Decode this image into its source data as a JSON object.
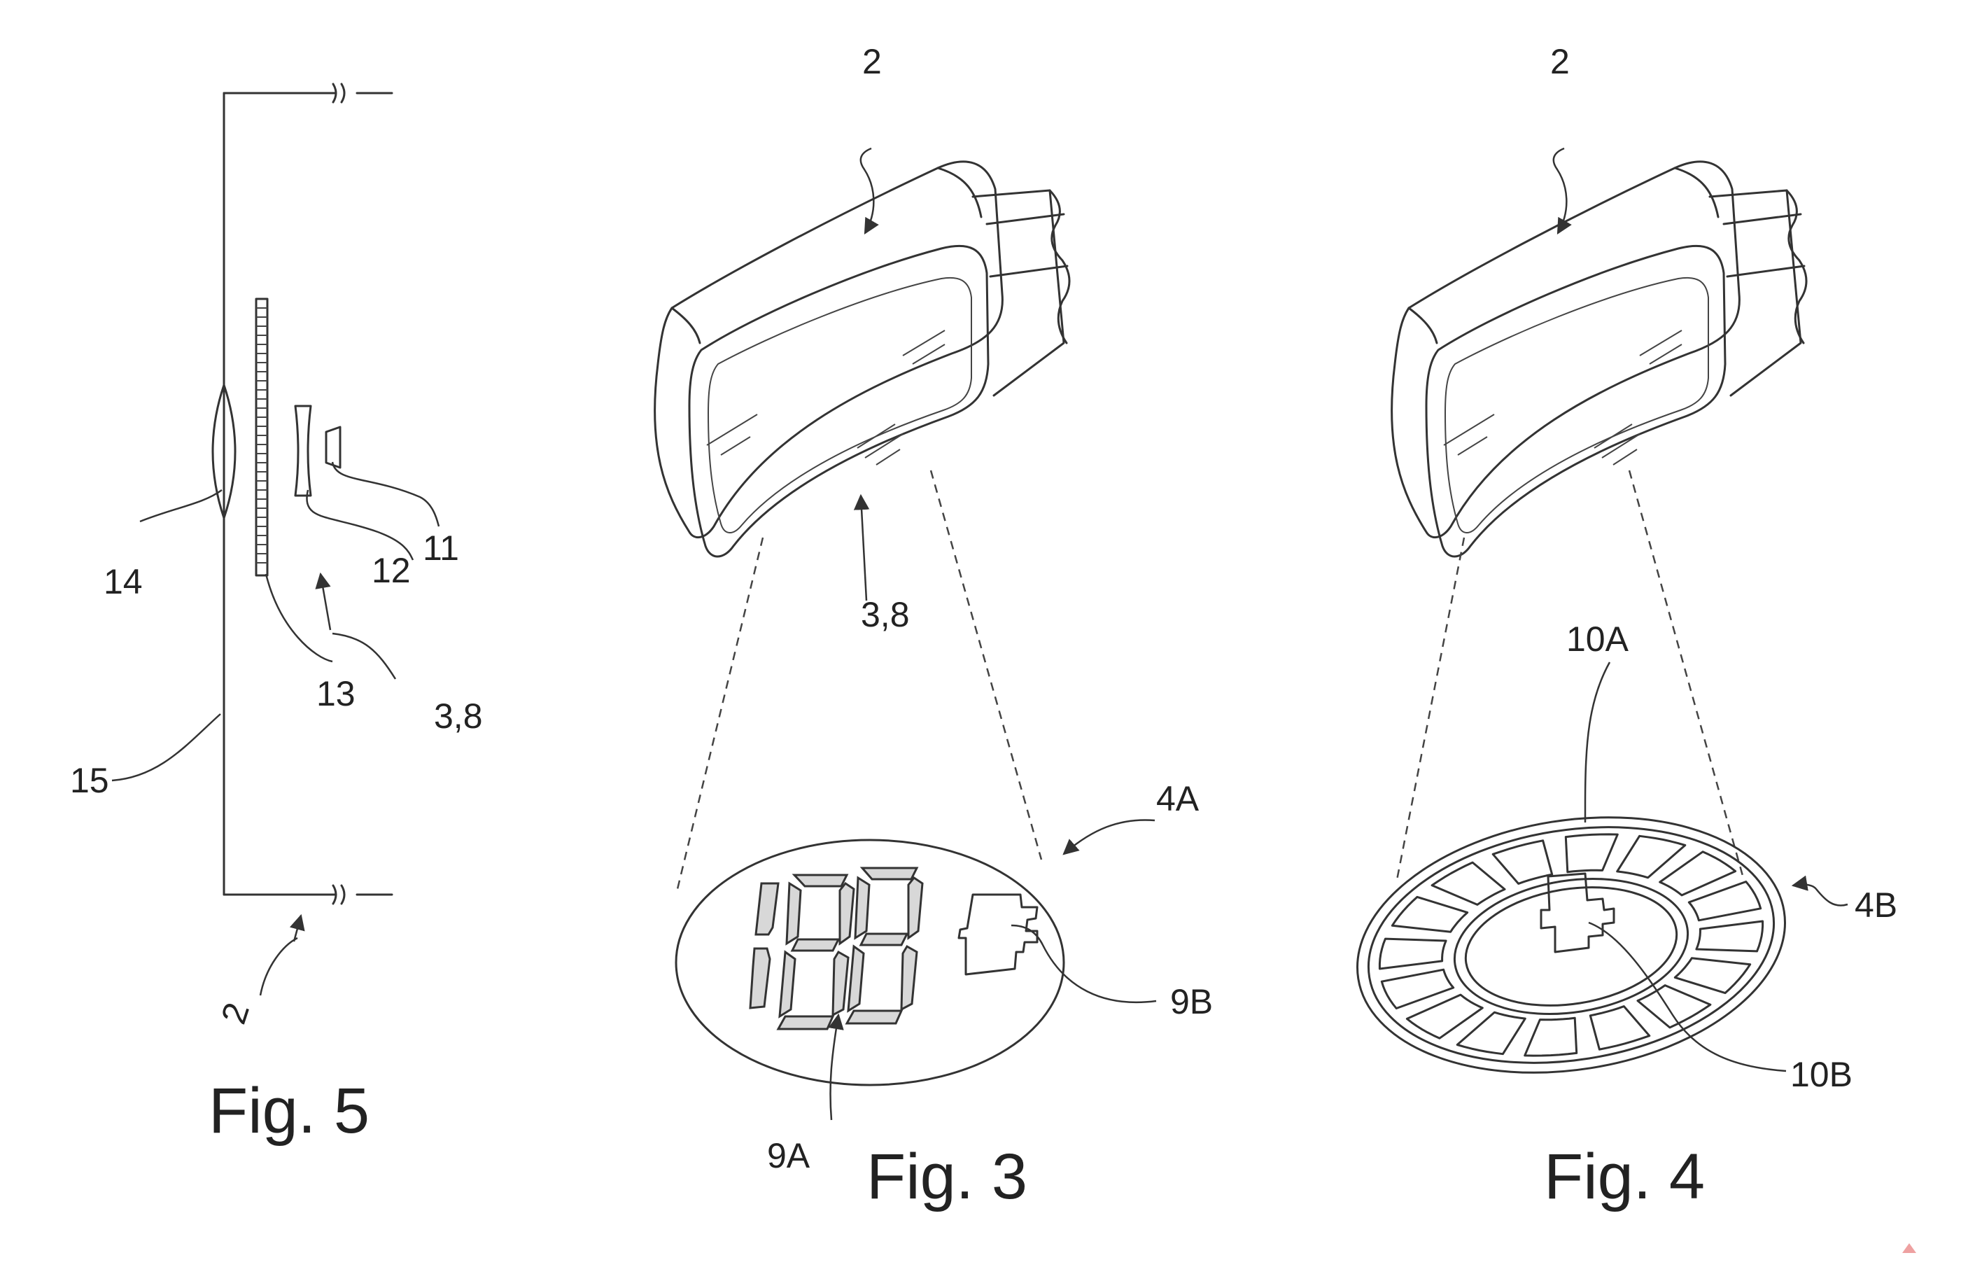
{
  "figures": {
    "fig5": {
      "caption": "Fig. 5",
      "labels": {
        "l14": "14",
        "l13": "13",
        "l12": "12",
        "l11": "11",
        "l38": "3,8",
        "l15": "15",
        "l2": "2"
      }
    },
    "fig3": {
      "caption": "Fig. 3",
      "labels": {
        "l2": "2",
        "l38": "3,8",
        "l4A": "4A",
        "l9A": "9A",
        "l9B": "9B"
      }
    },
    "fig4": {
      "caption": "Fig. 4",
      "labels": {
        "l2": "2",
        "l10A": "10A",
        "l4B": "4B",
        "l10B": "10B"
      }
    }
  }
}
